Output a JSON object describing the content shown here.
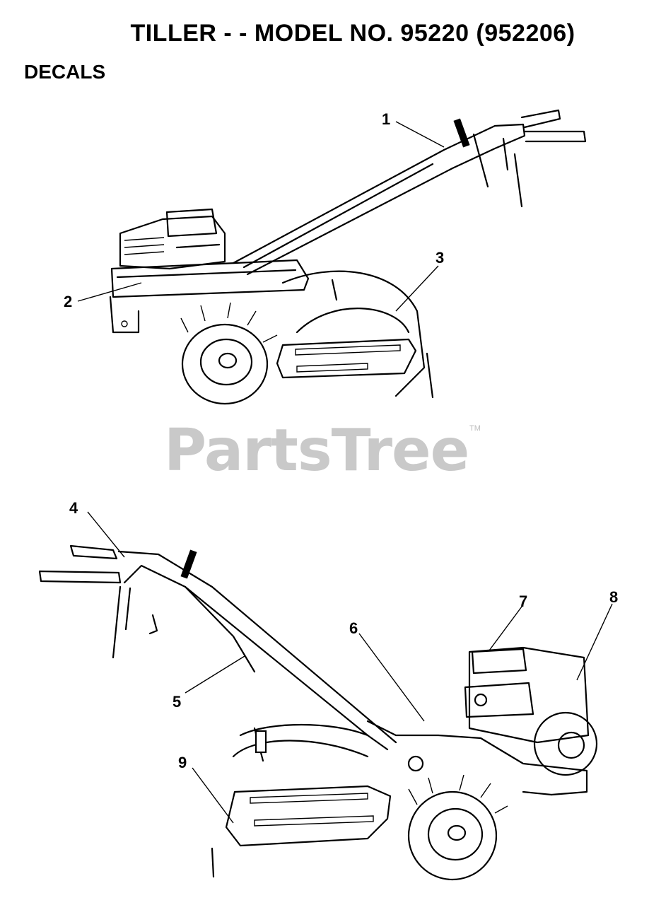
{
  "header": {
    "title": "TILLER - - MODEL NO. 95220 (952206)",
    "section": "DECALS"
  },
  "watermark": {
    "text": "PartsTree",
    "trademark": "TM"
  },
  "callouts": {
    "c1": "1",
    "c2": "2",
    "c3": "3",
    "c4": "4",
    "c5": "5",
    "c6": "6",
    "c7": "7",
    "c8": "8",
    "c9": "9"
  }
}
